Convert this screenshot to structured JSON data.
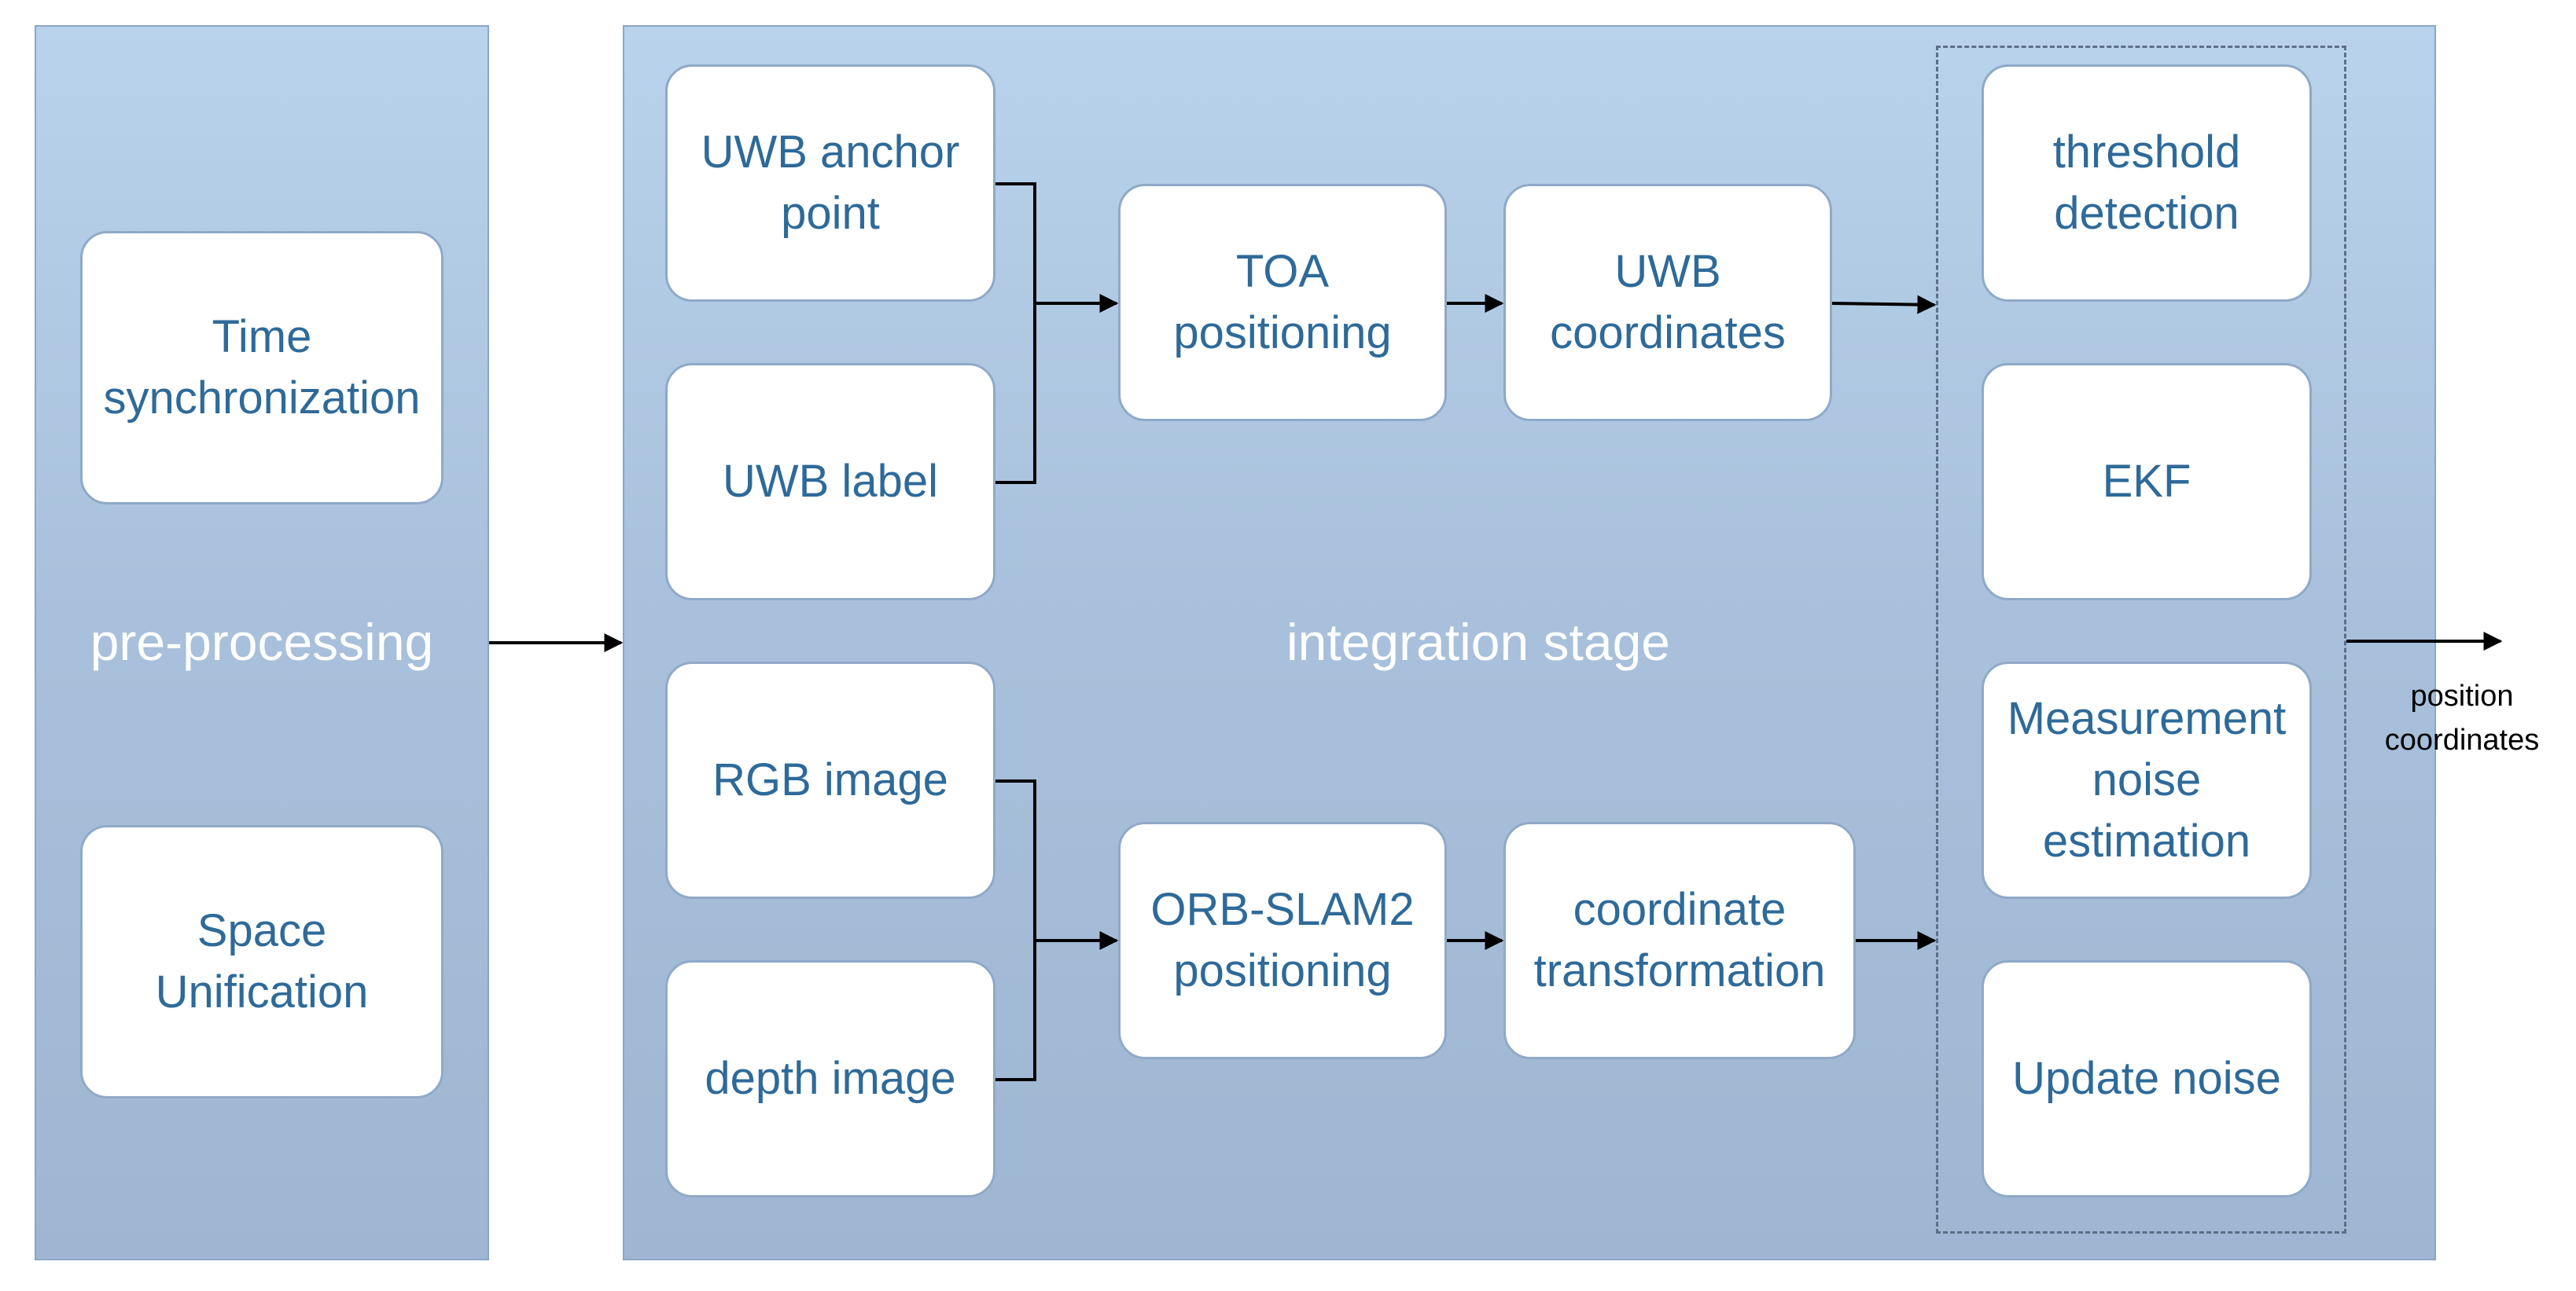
{
  "preprocessing": {
    "label": "pre-processing",
    "time_sync": "Time\nsynchronization",
    "space_unification": "Space\nUnification"
  },
  "integration": {
    "label": "integration stage",
    "uwb_anchor": "UWB anchor\npoint",
    "uwb_label": "UWB label",
    "rgb_image": "RGB image",
    "depth_image": "depth image",
    "toa_positioning": "TOA\npositioning",
    "uwb_coordinates": "UWB\ncoordinates",
    "orbslam_positioning": "ORB-SLAM2\npositioning",
    "coordinate_transformation": "coordinate\ntransformation"
  },
  "fusion": {
    "threshold_detection": "threshold\ndetection",
    "ekf": "EKF",
    "measurement_noise": "Measurement\nnoise\nestimation",
    "update_noise": "Update noise"
  },
  "output": {
    "label": "position\ncoordinates"
  }
}
